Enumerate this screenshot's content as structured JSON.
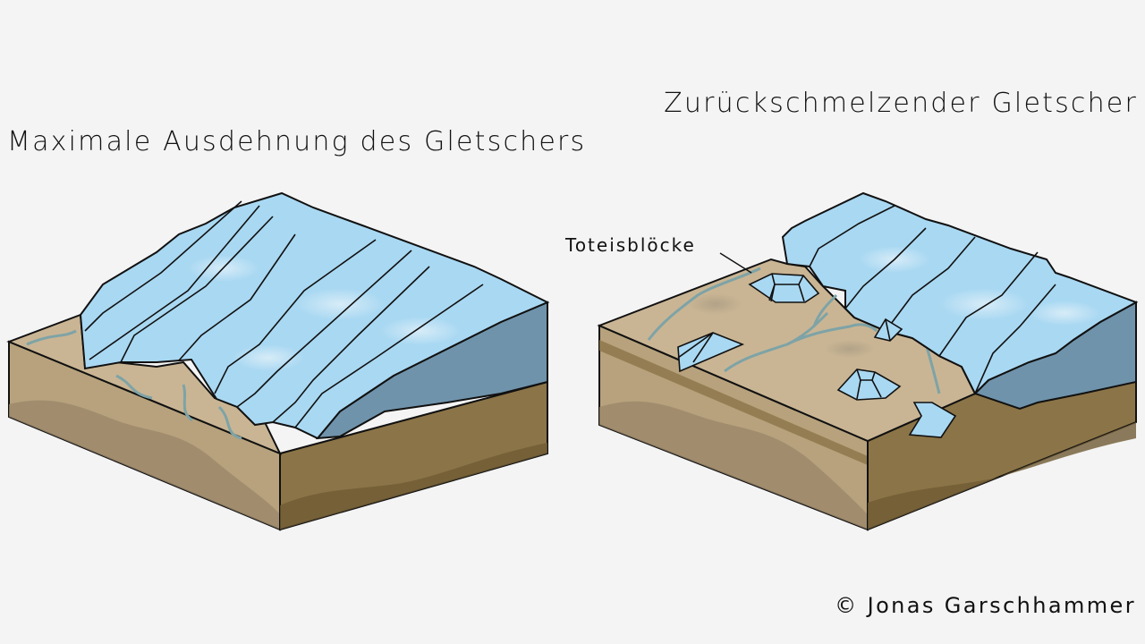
{
  "figure": {
    "left_panel": {
      "title": "Maximale Ausdehnung des Gletschers"
    },
    "right_panel": {
      "title": "Zurückschmelzender Gletscher",
      "annotation": "Toteisblöcke"
    },
    "credit": "© Jonas Garschhammer"
  },
  "colors": {
    "background": "#f4f4f4",
    "ice_top": "#a9d8f2",
    "ice_light": "#cbe6f5",
    "ice_side": "#6f93ab",
    "sand_top": "#c9b594",
    "sand_front": "#b7a27d",
    "sand_dark": "#9b876a",
    "soil_side": "#8b7447",
    "soil_dark": "#6f5b35",
    "stream": "#7ea3a6",
    "outline": "#111111"
  }
}
